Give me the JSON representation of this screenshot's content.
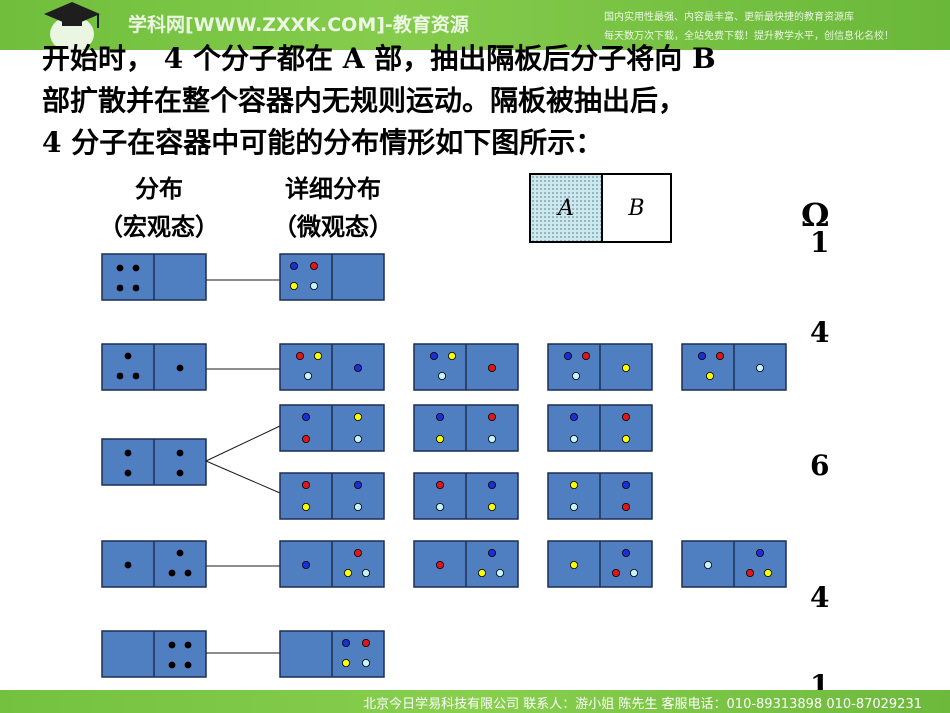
{
  "banner": {
    "site": "学科网[WWW.ZXXK.COM]-教育资源",
    "slogan_line1": "国内实用性最强、内容最丰富、更新最快捷的教育资源库",
    "slogan_line2": "每天数万次下载，全站免费下载！提升教学水平，创信息化名校！"
  },
  "footer": {
    "text": "北京今日学易科技有限公司 联系人：游小姐 陈先生 客服电话：010-89313898 010-87029231"
  },
  "intro": {
    "line1": "开始时， 4 个分子都在 A 部，抽出隔板后分子将向 B",
    "line2": "部扩散并在整个容器内无规则运动。隔板被抽出后，",
    "line3": "4 分子在容器中可能的分布情形如下图所示："
  },
  "headers": {
    "macro_line1": "分布",
    "macro_line2": "（宏观态）",
    "micro_line1": "详细分布",
    "micro_line2": "（微观态）"
  },
  "container": {
    "a_label": "A",
    "b_label": "B"
  },
  "omega": {
    "symbol": "Ω",
    "counts": [
      "1",
      "4",
      "6",
      "4",
      "1"
    ]
  },
  "colors": {
    "box_fill": "#4f7fc1",
    "box_stroke": "#1d2e55",
    "black_dot": "#000000",
    "blue": "#1b2fd6",
    "red": "#e0161b",
    "yellow": "#ffff00",
    "cyan": "#c8f4ff"
  },
  "macrostates": [
    {
      "a_count": 4,
      "b_count": 0,
      "omega": 1
    },
    {
      "a_count": 3,
      "b_count": 1,
      "omega": 4
    },
    {
      "a_count": 2,
      "b_count": 2,
      "omega": 6
    },
    {
      "a_count": 1,
      "b_count": 3,
      "omega": 4
    },
    {
      "a_count": 0,
      "b_count": 4,
      "omega": 1
    }
  ],
  "microstates": [
    {
      "macro": 0,
      "a": [
        "blue",
        "red",
        "yellow",
        "cyan"
      ],
      "b": []
    },
    {
      "macro": 1,
      "a": [
        "red",
        "yellow",
        "cyan"
      ],
      "b": [
        "blue"
      ]
    },
    {
      "macro": 1,
      "a": [
        "blue",
        "yellow",
        "cyan"
      ],
      "b": [
        "red"
      ]
    },
    {
      "macro": 1,
      "a": [
        "blue",
        "red",
        "cyan"
      ],
      "b": [
        "yellow"
      ]
    },
    {
      "macro": 1,
      "a": [
        "blue",
        "red",
        "yellow"
      ],
      "b": [
        "cyan"
      ]
    },
    {
      "macro": 2,
      "a": [
        "blue",
        "red"
      ],
      "b": [
        "yellow",
        "cyan"
      ]
    },
    {
      "macro": 2,
      "a": [
        "blue",
        "yellow"
      ],
      "b": [
        "red",
        "cyan"
      ]
    },
    {
      "macro": 2,
      "a": [
        "blue",
        "cyan"
      ],
      "b": [
        "red",
        "yellow"
      ]
    },
    {
      "macro": 2,
      "a": [
        "red",
        "yellow"
      ],
      "b": [
        "blue",
        "cyan"
      ]
    },
    {
      "macro": 2,
      "a": [
        "red",
        "cyan"
      ],
      "b": [
        "blue",
        "yellow"
      ]
    },
    {
      "macro": 2,
      "a": [
        "yellow",
        "cyan"
      ],
      "b": [
        "blue",
        "red"
      ]
    },
    {
      "macro": 3,
      "a": [
        "blue"
      ],
      "b": [
        "red",
        "yellow",
        "cyan"
      ]
    },
    {
      "macro": 3,
      "a": [
        "red"
      ],
      "b": [
        "blue",
        "yellow",
        "cyan"
      ]
    },
    {
      "macro": 3,
      "a": [
        "yellow"
      ],
      "b": [
        "blue",
        "red",
        "cyan"
      ]
    },
    {
      "macro": 3,
      "a": [
        "cyan"
      ],
      "b": [
        "blue",
        "red",
        "yellow"
      ]
    },
    {
      "macro": 4,
      "a": [],
      "b": [
        "blue",
        "red",
        "yellow",
        "cyan"
      ]
    }
  ]
}
